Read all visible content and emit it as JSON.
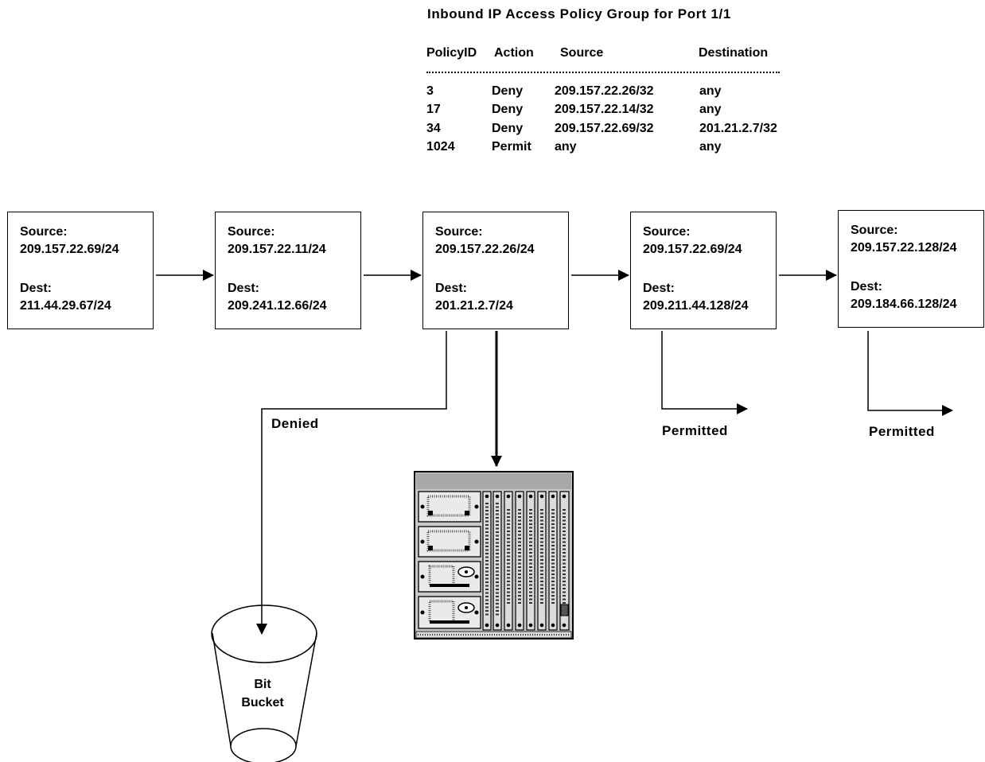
{
  "policy_group": {
    "title": "Inbound IP Access Policy Group for Port 1/1",
    "headers": {
      "policy_id": "PolicyID",
      "action": "Action",
      "source": "Source",
      "destination": "Destination"
    },
    "rows": [
      {
        "policy_id": "3",
        "action": "Deny",
        "source": "209.157.22.26/32",
        "destination": "any"
      },
      {
        "policy_id": "17",
        "action": "Deny",
        "source": "209.157.22.14/32",
        "destination": "any"
      },
      {
        "policy_id": "34",
        "action": "Deny",
        "source": "209.157.22.69/32",
        "destination": "201.21.2.7/32"
      },
      {
        "policy_id": "1024",
        "action": "Permit",
        "source": "any",
        "destination": "any"
      }
    ]
  },
  "packets": [
    {
      "source_label": "Source:",
      "source": "209.157.22.69/24",
      "dest_label": "Dest:",
      "dest": "211.44.29.67/24"
    },
    {
      "source_label": "Source:",
      "source": "209.157.22.11/24",
      "dest_label": "Dest:",
      "dest": "209.241.12.66/24"
    },
    {
      "source_label": "Source:",
      "source": "209.157.22.26/24",
      "dest_label": "Dest:",
      "dest": "201.21.2.7/24"
    },
    {
      "source_label": "Source:",
      "source": "209.157.22.69/24",
      "dest_label": "Dest:",
      "dest": "209.211.44.128/24"
    },
    {
      "source_label": "Source:",
      "source": "209.157.22.128/24",
      "dest_label": "Dest:",
      "dest": "209.184.66.128/24"
    }
  ],
  "flow_labels": {
    "denied": "Denied",
    "permitted_1": "Permitted",
    "permitted_2": "Permitted"
  },
  "bit_bucket": {
    "line1": "Bit",
    "line2": "Bucket"
  }
}
